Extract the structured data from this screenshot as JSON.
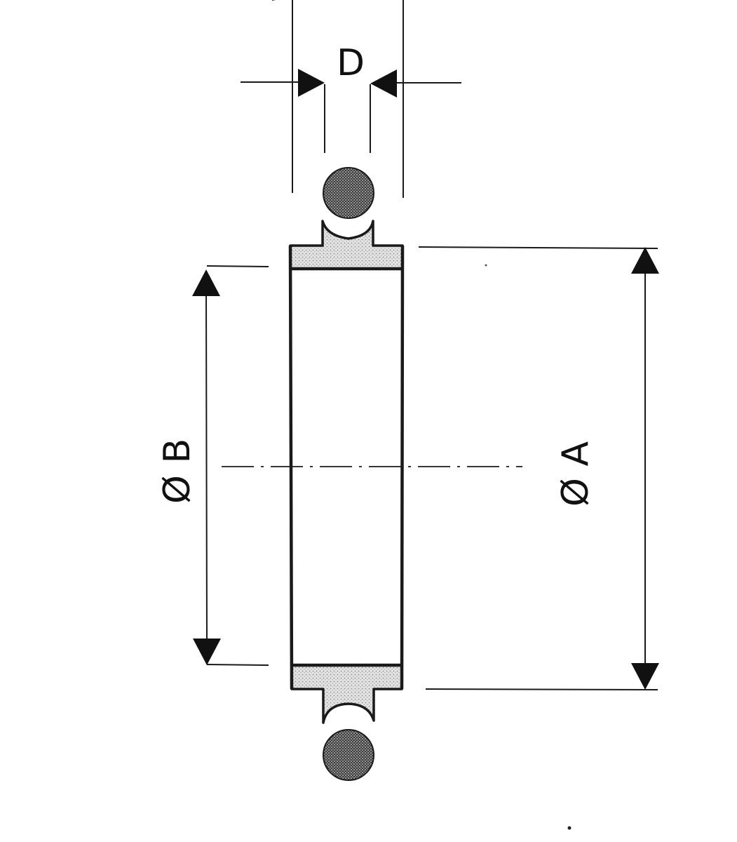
{
  "labels": {
    "thickness": "D",
    "outer_diameter": "Ø A",
    "inner_diameter": "Ø B"
  },
  "colors": {
    "line": "#1a1a1a",
    "fill_light": "#dcdcdc",
    "fill_dark": "#5a5a5a",
    "background": "#ffffff"
  }
}
